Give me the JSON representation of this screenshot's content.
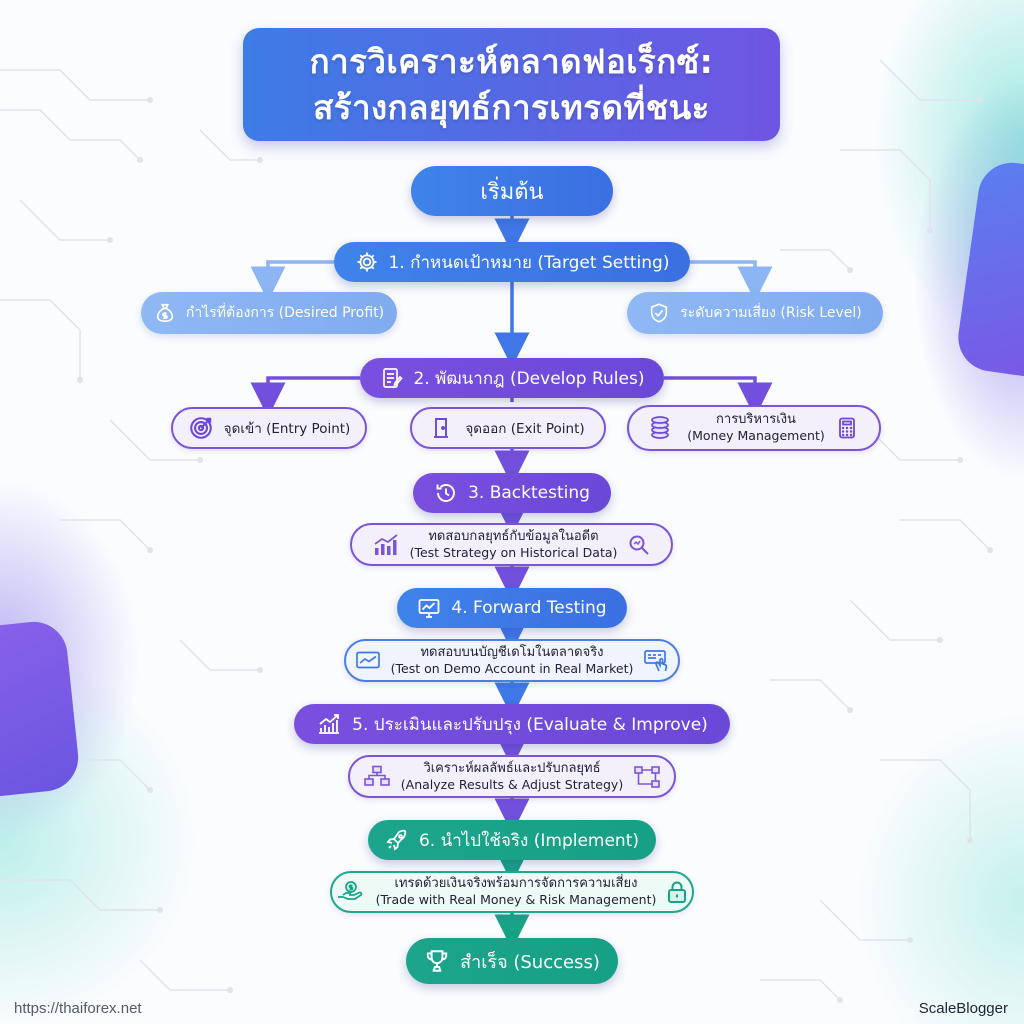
{
  "title": {
    "line1": "การวิเคราะห์ตลาดฟอเร็กซ์:",
    "line2": "สร้างกลยุทธ์การเทรดที่ชนะ"
  },
  "flow": {
    "start": "เริ่มต้น",
    "step1": {
      "label": "1. กำหนดเป้าหมาย (Target Setting)",
      "left": "กำไรที่ต้องการ (Desired Profit)",
      "right": "ระดับความเสี่ยง (Risk Level)"
    },
    "step2": {
      "label": "2. พัฒนากฎ (Develop Rules)",
      "left": "จุดเข้า (Entry Point)",
      "middle": "จุดออก (Exit Point)",
      "right_line1": "การบริหารเงิน",
      "right_line2": "(Money Management)"
    },
    "step3": {
      "label": "3. Backtesting",
      "detail_line1": "ทดสอบกลยุทธ์กับข้อมูลในอดีต",
      "detail_line2": "(Test Strategy on Historical Data)"
    },
    "step4": {
      "label": "4. Forward Testing",
      "detail_line1": "ทดสอบบนบัญชีเดโมในตลาดจริง",
      "detail_line2": "(Test on Demo Account in Real Market)"
    },
    "step5": {
      "label": "5. ประเมินและปรับปรุง (Evaluate & Improve)",
      "detail_line1": "วิเคราะห์ผลลัพธ์และปรับกลยุทธ์",
      "detail_line2": "(Analyze Results & Adjust Strategy)"
    },
    "step6": {
      "label": "6. นำไปใช้จริง (Implement)",
      "detail_line1": "เทรดด้วยเงินจริงพร้อมการจัดการความเสี่ยง",
      "detail_line2": "(Trade with Real Money & Risk Management)"
    },
    "end": "สำเร็จ (Success)"
  },
  "footer": {
    "url": "https://thaiforex.net",
    "brand": "ScaleBlogger"
  },
  "colors": {
    "blue": "#3f7fe8",
    "purple": "#7250dd",
    "green": "#17a387",
    "light_blue": "#8db5f3"
  },
  "icons": [
    "gear-icon",
    "money-bag-icon",
    "shield-check-icon",
    "rules-document-icon",
    "target-icon",
    "door-icon",
    "coins-icon",
    "calculator-icon",
    "history-clock-icon",
    "chart-bars-icon",
    "magnifier-icon",
    "monitor-chart-icon",
    "touch-screen-icon",
    "growth-chart-icon",
    "flowchart-icon",
    "rocket-icon",
    "hand-money-icon",
    "lock-icon",
    "trophy-icon"
  ]
}
